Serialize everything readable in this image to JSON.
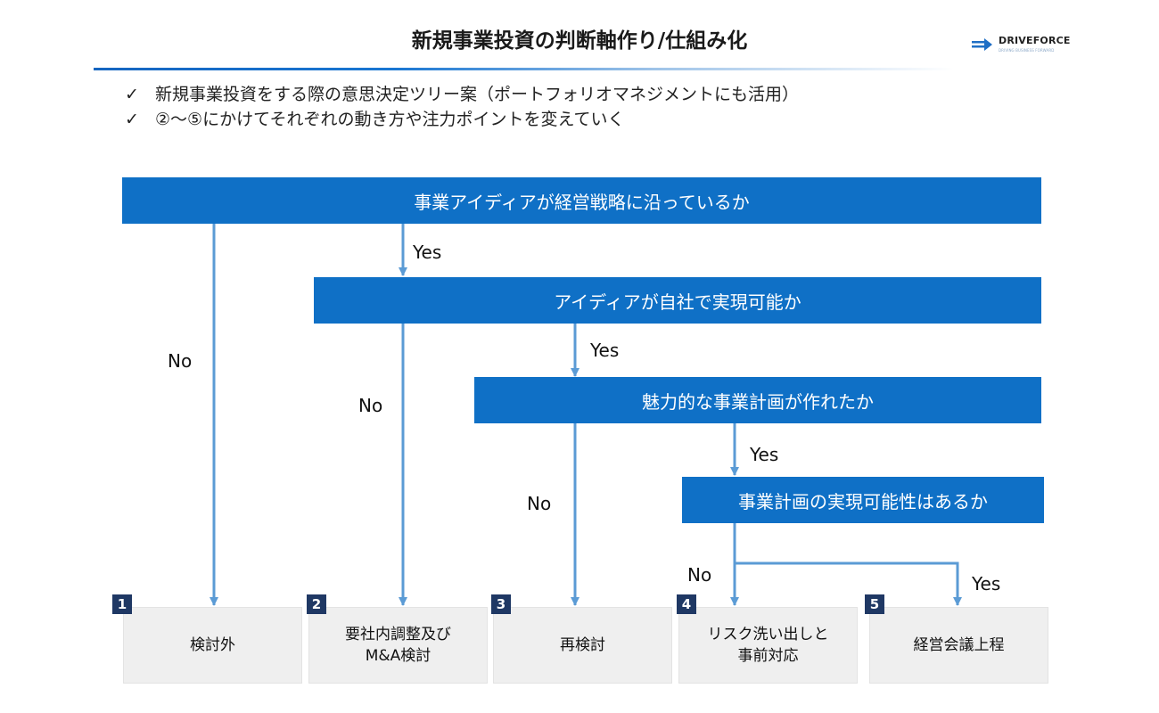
{
  "title": "新規事業投資の判断軸作り/仕組み化",
  "logo": {
    "name": "DRIVEFORCE",
    "tagline": "DRIVING BUSINESS FORWARD"
  },
  "bullets": [
    {
      "check": "✓",
      "text": "新規事業投資をする際の意思決定ツリー案（ポートフォリオマネジメントにも活用）"
    },
    {
      "check": "✓",
      "text": "②〜⑤にかけてそれぞれの動き方や注力ポイントを変えていく"
    }
  ],
  "questions": [
    "事業アイディアが経営戦略に沿っているか",
    "アイディアが自社で実現可能か",
    "魅力的な事業計画が作れたか",
    "事業計画の実現可能性はあるか"
  ],
  "yes_label": "Yes",
  "no_label": "No",
  "outcomes": [
    {
      "num": "1",
      "label": "検討外"
    },
    {
      "num": "2",
      "label": "要社内調整及び\nM&A検討"
    },
    {
      "num": "3",
      "label": "再検討"
    },
    {
      "num": "4",
      "label": "リスク洗い出しと\n事前対応"
    },
    {
      "num": "5",
      "label": "経営会議上程"
    }
  ],
  "colors": {
    "bar": "#0f70c6",
    "arrow": "#5b9bd5",
    "badge": "#1f3864",
    "box": "#efefef"
  }
}
